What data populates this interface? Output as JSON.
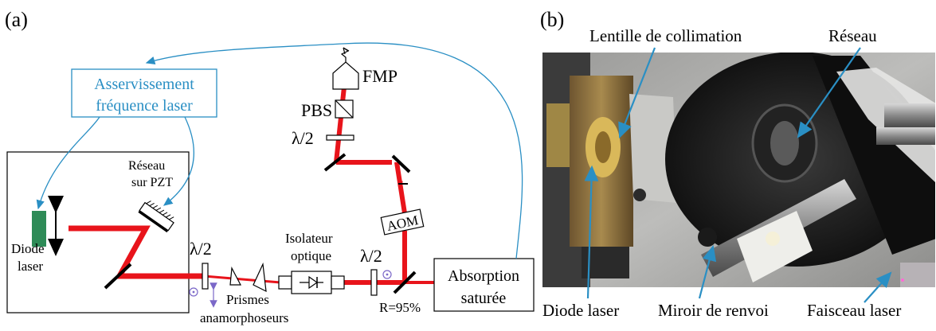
{
  "panel_a": {
    "label": "(a)",
    "servo_box": {
      "line1": "Asservissement",
      "line2": "fréquence laser"
    },
    "grating": {
      "line1": "Réseau",
      "line2": "sur PZT"
    },
    "diode": {
      "line1": "Diode",
      "line2": "laser"
    },
    "half_wave_1": "λ/2",
    "prisms": {
      "line1": "Prismes",
      "line2": "anamorphoseurs"
    },
    "isolator": {
      "line1": "Isolateur",
      "line2": "optique"
    },
    "half_wave_2": "λ/2",
    "half_wave_3": "λ/2",
    "beamsplitter": "R=95%",
    "aom": "AOM",
    "pbs": "PBS",
    "fmp": "FMP",
    "saturated_absorption": {
      "line1": "Absorption",
      "line2": "saturée"
    }
  },
  "panel_b": {
    "label": "(b)",
    "collimation_lens": "Lentille de collimation",
    "grating": "Réseau",
    "diode": "Diode laser",
    "mirror": "Miroir de renvoi",
    "beam": "Faisceau laser"
  },
  "colors": {
    "beam": "#e8141b",
    "annotation": "#2a8fc4",
    "diode": "#2e8b57",
    "polarization_arrow": "#7b68c8"
  }
}
